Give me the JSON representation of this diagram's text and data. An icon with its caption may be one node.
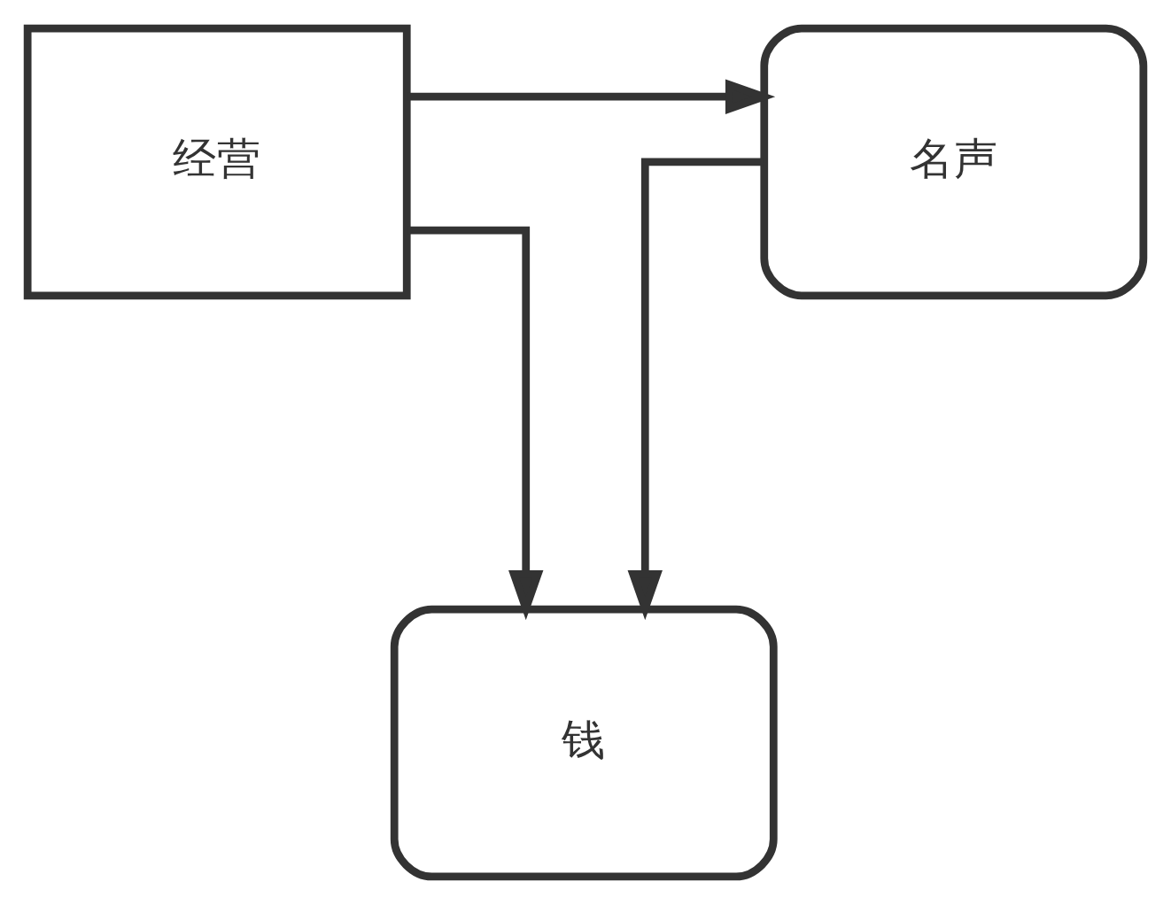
{
  "diagram": {
    "nodes": [
      {
        "text": [
          "经营"
        ]
      },
      {
        "text": [
          "名声"
        ]
      },
      {
        "text": [
          "钱"
        ]
      }
    ],
    "edges": [
      {
        "from": 0,
        "to": 1,
        "arrow": "to"
      },
      {
        "from": 1,
        "to": 2,
        "arrow": "to"
      },
      {
        "from": 0,
        "to": 2,
        "arrow": "to"
      }
    ]
  }
}
